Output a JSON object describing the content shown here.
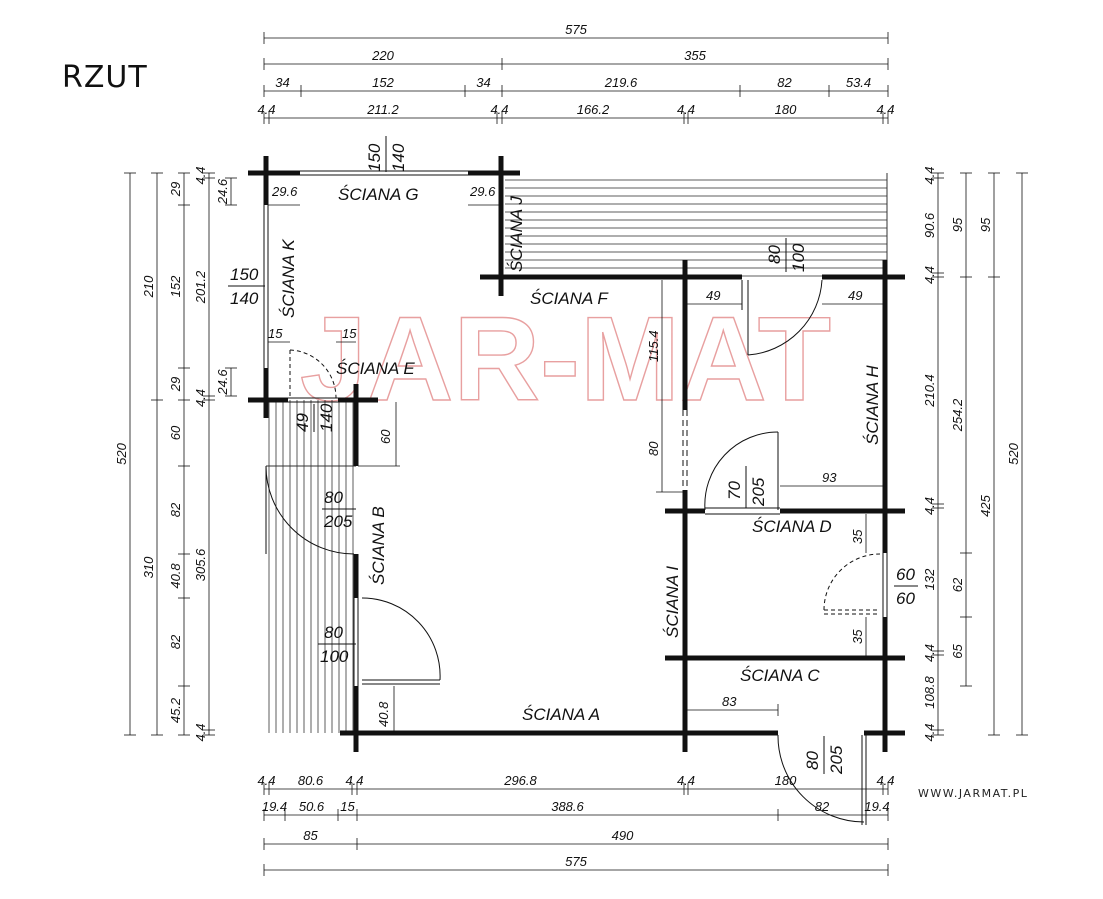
{
  "title": "RZUT",
  "website": "WWW.JARMAT.PL",
  "watermark": "JAR-MAT",
  "walls": {
    "a": "ŚCIANA A",
    "b": "ŚCIANA B",
    "c": "ŚCIANA C",
    "d": "ŚCIANA D",
    "e": "ŚCIANA E",
    "f": "ŚCIANA F",
    "g": "ŚCIANA G",
    "h": "ŚCIANA H",
    "i": "ŚCIANA I",
    "j": "ŚCIANA J",
    "k": "ŚCIANA K"
  },
  "openings": {
    "g_window": [
      "150",
      "140"
    ],
    "k_window": [
      "150",
      "140"
    ],
    "f_door": [
      "80",
      "100"
    ],
    "e_door": [
      "49",
      "140"
    ],
    "b_door": [
      "80",
      "205"
    ],
    "b_window": [
      "80",
      "100"
    ],
    "i_door": [
      "70",
      "205"
    ],
    "h_window": [
      "60",
      "60"
    ],
    "a_door": [
      "80",
      "205"
    ]
  },
  "dims_top": {
    "row1": [
      "575"
    ],
    "row2": [
      "220",
      "355"
    ],
    "row3": [
      "34",
      "152",
      "34",
      "219.6",
      "82",
      "53.4"
    ],
    "row4": [
      "4.4",
      "211.2",
      "4.4",
      "166.2",
      "4.4",
      "180",
      "4.4"
    ]
  },
  "dims_bottom": {
    "row1": [
      "4.4",
      "80.6",
      "4.4",
      "296.8",
      "4.4",
      "180",
      "4.4"
    ],
    "row2": [
      "19.4",
      "50.6",
      "15",
      "388.6",
      "82",
      "19.4"
    ],
    "row3": [
      "85",
      "490"
    ],
    "row4": [
      "575"
    ]
  },
  "dims_left": {
    "col1": [
      "520"
    ],
    "col2": [
      "210",
      "310"
    ],
    "col3": [
      "29",
      "152",
      "29",
      "60",
      "82",
      "40.8",
      "82",
      "45.2"
    ],
    "col4": [
      "4.4",
      "201.2",
      "4.4",
      "305.6",
      "4.4"
    ],
    "col5": [
      "24.6",
      "24.6"
    ]
  },
  "dims_right": {
    "col1": [
      "4.4",
      "90.6",
      "4.4",
      "210.4",
      "4.4",
      "132",
      "4.4",
      "108.8",
      "4.4"
    ],
    "col2": [
      "95",
      "254.2",
      "62",
      "65"
    ],
    "col3": [
      "95",
      "425"
    ],
    "col4": [
      "520"
    ]
  },
  "dims_inner": {
    "g_left": "29.6",
    "g_right": "29.6",
    "e_left": "15",
    "e_right": "15",
    "f_left": "49",
    "f_right": "49",
    "i_115": "115.4",
    "i_80": "80",
    "b_60": "60",
    "b_408": "40.8",
    "d_93": "93",
    "h_35a": "35",
    "h_35b": "35",
    "c_83": "83"
  }
}
